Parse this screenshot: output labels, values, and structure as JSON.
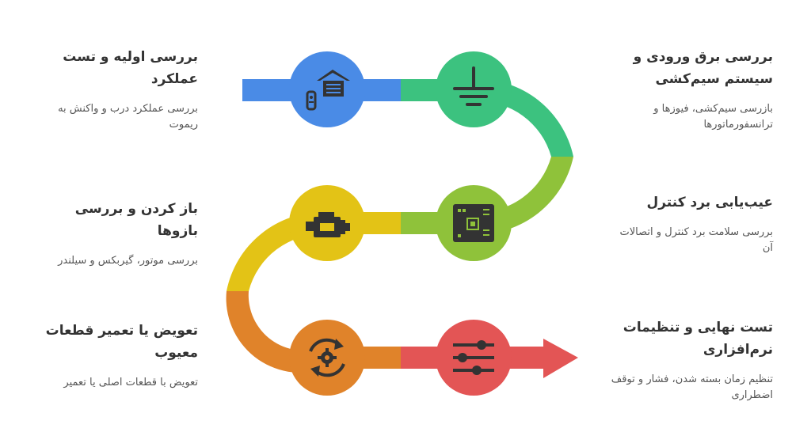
{
  "steps": [
    {
      "title": "بررسی اولیه و تست عملکرد",
      "desc": "بررسی عملکرد درب و واکنش به ریموت",
      "color": "#4A8BE6",
      "icon": "garage-door-remote-icon"
    },
    {
      "title": "بررسی برق ورودی و سیستم سیم‌کشی",
      "desc": "بازرسی سیم‌کشی، فیوزها و ترانسفورماتورها",
      "color": "#3CC27F",
      "icon": "ground-symbol-icon"
    },
    {
      "title": "عیب‌یابی برد کنترل",
      "desc": "بررسی سلامت برد کنترل و اتصالات آن",
      "color": "#8FC23A",
      "icon": "circuit-board-icon"
    },
    {
      "title": "باز کردن و بررسی بازوها",
      "desc": "بررسی موتور، گیربکس و سیلندر",
      "color": "#E3C316",
      "icon": "engine-icon"
    },
    {
      "title": "تعویض یا تعمیر قطعات معیوب",
      "desc": "تعویض با قطعات اصلی یا تعمیر",
      "color": "#E0832A",
      "icon": "gear-cycle-icon"
    },
    {
      "title": "تست نهایی و تنظیمات نرم‌افزاری",
      "desc": "تنظیم زمان بسته شدن، فشار و توقف اضطراری",
      "color": "#E35555",
      "icon": "sliders-icon"
    }
  ]
}
